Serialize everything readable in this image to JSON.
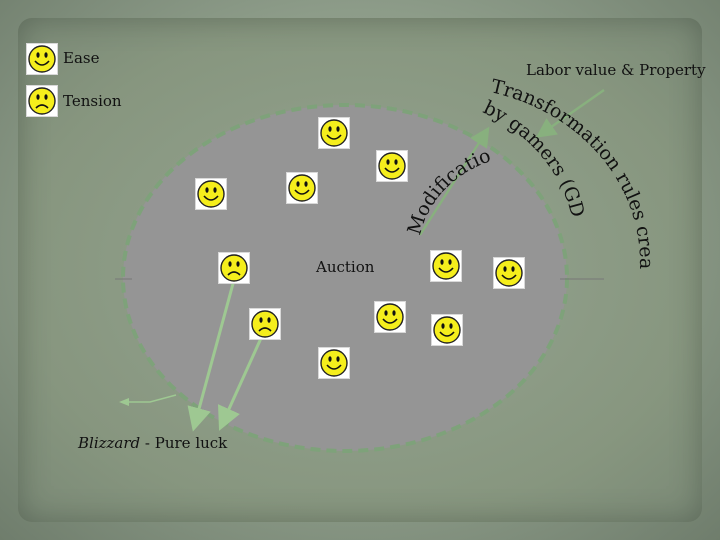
{
  "legend": {
    "ease_label": "Ease",
    "tension_label": "Tension"
  },
  "labels": {
    "labor_value": "Labor value & Property",
    "auction": "Auction",
    "blizzard_name": "Blizzard",
    "blizzard_suffix": " - Pure luck",
    "transformation_line1": "Transformation rules created",
    "transformation_line2": "by gamers (GDPK)",
    "modification": "Modification"
  },
  "icons": {
    "happy": "smiley-face-icon",
    "sad": "frown-face-icon"
  },
  "colors": {
    "ellipse_fill": "#959595",
    "ellipse_border": "#7ea27a",
    "arrow": "#9ec892",
    "face_yellow": "#f5ee1c"
  }
}
